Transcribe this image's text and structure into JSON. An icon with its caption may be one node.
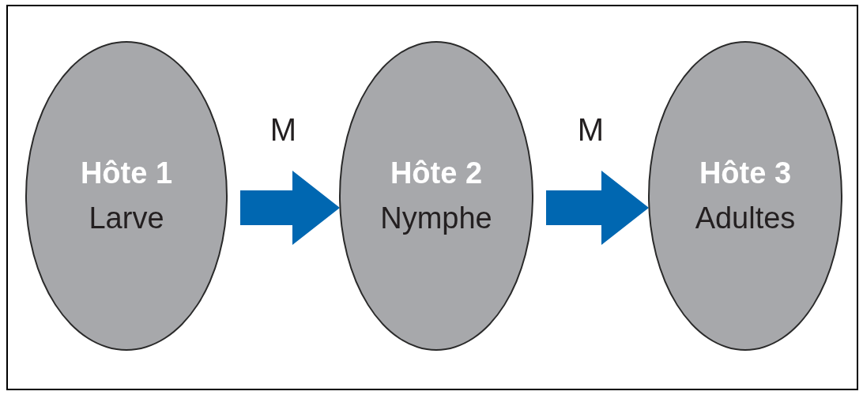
{
  "diagram": {
    "nodes": [
      {
        "text": [
          "Hôte 1",
          "Larve"
        ]
      },
      {
        "text": [
          "Hôte 2",
          "Nymphe"
        ]
      },
      {
        "text": [
          "Hôte 3",
          "Adultes"
        ]
      }
    ],
    "edges": [
      {
        "from": 0,
        "to": 1,
        "arrow": "to",
        "label": "M",
        "style": "thick"
      },
      {
        "from": 1,
        "to": 2,
        "arrow": "to",
        "label": "M",
        "style": "thick"
      }
    ]
  }
}
